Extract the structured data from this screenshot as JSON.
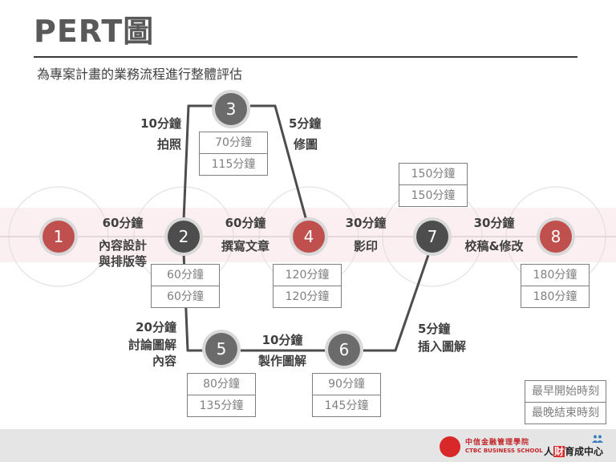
{
  "header": {
    "title": "PERT圖",
    "subtitle": "為專案計畫的業務流程進行整體評估"
  },
  "colors": {
    "critical_node": "#c0504d",
    "dark_node": "#4d4d4d",
    "grey_node": "#6b6b6b",
    "band": "#fbeff1",
    "line": "#4d4d4d",
    "box_border": "#7f7f7f"
  },
  "nodes": [
    {
      "id": "1",
      "label": "1",
      "style": "red"
    },
    {
      "id": "2",
      "label": "2",
      "style": "dark",
      "earliest": "60分鐘",
      "latest": "60分鐘"
    },
    {
      "id": "3",
      "label": "3",
      "style": "grey",
      "earliest": "70分鐘",
      "latest": "115分鐘"
    },
    {
      "id": "4",
      "label": "4",
      "style": "red",
      "earliest": "120分鐘",
      "latest": "120分鐘"
    },
    {
      "id": "5",
      "label": "5",
      "style": "grey",
      "earliest": "80分鐘",
      "latest": "135分鐘"
    },
    {
      "id": "6",
      "label": "6",
      "style": "grey",
      "earliest": "90分鐘",
      "latest": "145分鐘"
    },
    {
      "id": "7",
      "label": "7",
      "style": "dark",
      "earliest": "150分鐘",
      "latest": "150分鐘"
    },
    {
      "id": "8",
      "label": "8",
      "style": "red",
      "earliest": "180分鐘",
      "latest": "180分鐘"
    }
  ],
  "edges": [
    {
      "from": "1",
      "to": "2",
      "duration": "60分鐘",
      "task": "內容設計\n與排版等",
      "task_line1": "內容設計",
      "task_line2": "與排版等"
    },
    {
      "from": "2",
      "to": "3",
      "duration": "10分鐘",
      "task": "拍照"
    },
    {
      "from": "3",
      "to": "4",
      "duration": "5分鐘",
      "task": "修圖"
    },
    {
      "from": "2",
      "to": "4",
      "duration": "60分鐘",
      "task": "撰寫文章"
    },
    {
      "from": "4",
      "to": "7",
      "duration": "30分鐘",
      "task": "影印"
    },
    {
      "from": "7",
      "to": "8",
      "duration": "30分鐘",
      "task": "校稿&修改"
    },
    {
      "from": "2",
      "to": "5",
      "duration": "20分鐘",
      "task_line1": "討論圖解",
      "task_line2": "內容"
    },
    {
      "from": "5",
      "to": "6",
      "duration": "10分鐘",
      "task": "製作圖解"
    },
    {
      "from": "6",
      "to": "7",
      "duration": "5分鐘",
      "task": "插入圖解"
    }
  ],
  "legend": {
    "earliest_label": "最早開始時刻",
    "latest_label": "最晚結束時刻"
  },
  "footer": {
    "school_name_zh": "中信金融管理學院",
    "school_name_en": "CTBC BUSINESS SCHOOL",
    "center_name": "人財育成中心",
    "center_char1": "人",
    "center_char2": "財",
    "center_rest": "育成中心"
  }
}
